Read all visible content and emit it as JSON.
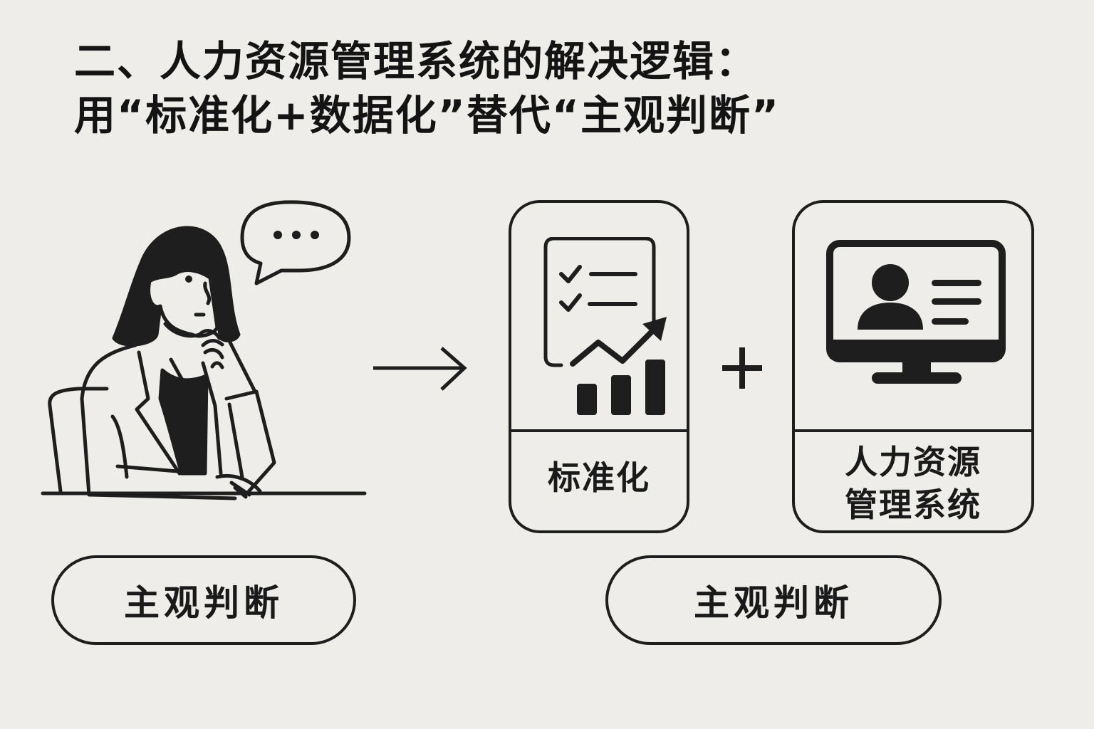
{
  "title": {
    "line1": "二、人力资源管理系统的解决逻辑：",
    "line2": "用“标准化+数据化”替代“主观判断”"
  },
  "left_panel": {
    "illustration": "thinking-woman-at-desk",
    "speech_bubble": "…",
    "pill_label": "主观判断"
  },
  "arrow": "arrow-right-icon",
  "cards": [
    {
      "icon": "checklist-chart-icon",
      "label": "标准化"
    },
    {
      "icon": "computer-profile-icon",
      "label_line1": "人力资源",
      "label_line2": "管理系统"
    }
  ],
  "plus": "plus-icon",
  "right_pill_label": "主观判断",
  "colors": {
    "background": "#efede9",
    "ink": "#1e1e1e"
  }
}
